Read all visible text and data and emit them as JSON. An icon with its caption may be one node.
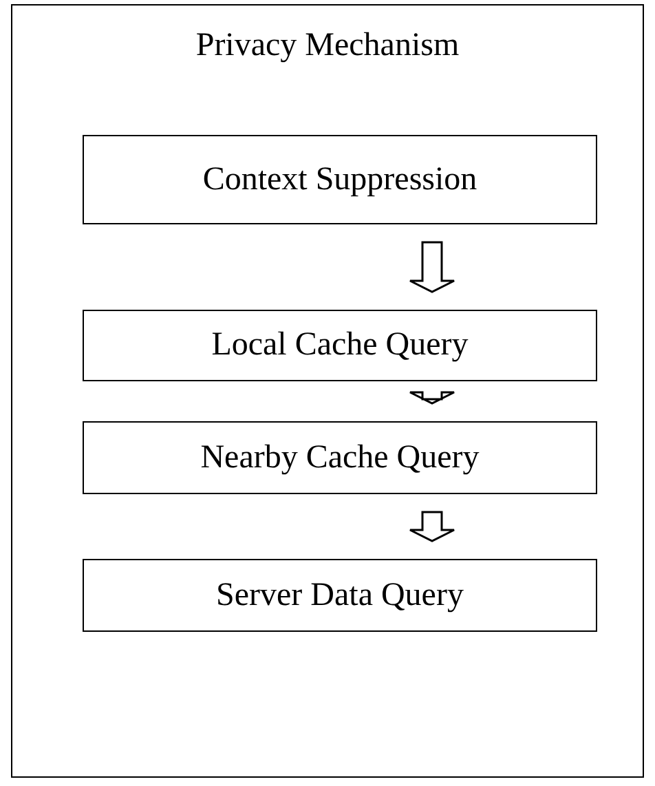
{
  "diagram": {
    "nodes": [
      {
        "text": [
          "Privacy Mechanism"
        ]
      },
      {
        "text": [
          "Context Suppression"
        ],
        "in": 0
      },
      {
        "text": [
          "Local Cache Query"
        ],
        "in": 0
      },
      {
        "text": [
          "Nearby Cache Query"
        ],
        "in": 0
      },
      {
        "text": [
          "Server Data Query"
        ],
        "in": 0
      }
    ],
    "edges": [
      {
        "from": 1,
        "to": 2,
        "arrow": "to"
      },
      {
        "from": 2,
        "to": 3,
        "arrow": "to"
      },
      {
        "from": 3,
        "to": 4,
        "arrow": "to"
      }
    ]
  }
}
